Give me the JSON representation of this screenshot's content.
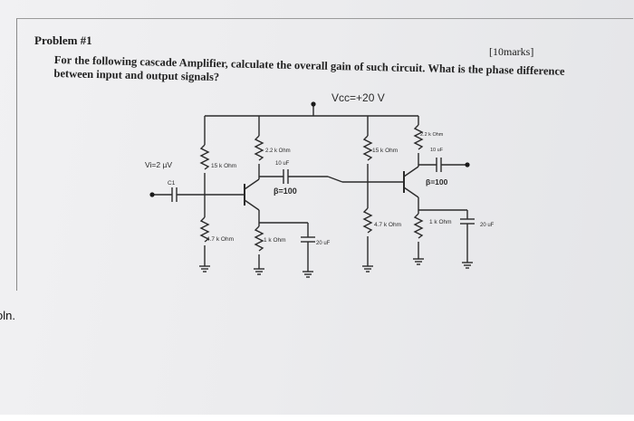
{
  "problem": {
    "title": "Problem #1",
    "marks": "[10marks]",
    "question": "For the following cascade Amplifier, calculate the overall gain of such circuit. What is the phase difference between input and output signals?"
  },
  "circuit": {
    "vcc": "Vcc=+20 V",
    "vi": "Vi=2 µV",
    "c1": "C1",
    "r_bias1_top": "15 k Ohm",
    "r_bias1_bottom": "4.7 k Ohm",
    "rc1": "2.2 k Ohm",
    "c_coupling1": "10 uF",
    "beta1": "β=100",
    "re1": "1 k Ohm",
    "ce1": "20 uF",
    "r_bias2_top": "15 k Ohm",
    "r_bias2_bottom": "4.7 k Ohm",
    "rc2": "2.2 k Ohm",
    "c_coupling2": "10 uF",
    "beta2": "β=100",
    "re2": "1 k Ohm",
    "ce2": "20 uF"
  },
  "footer": {
    "soln": "oln."
  }
}
